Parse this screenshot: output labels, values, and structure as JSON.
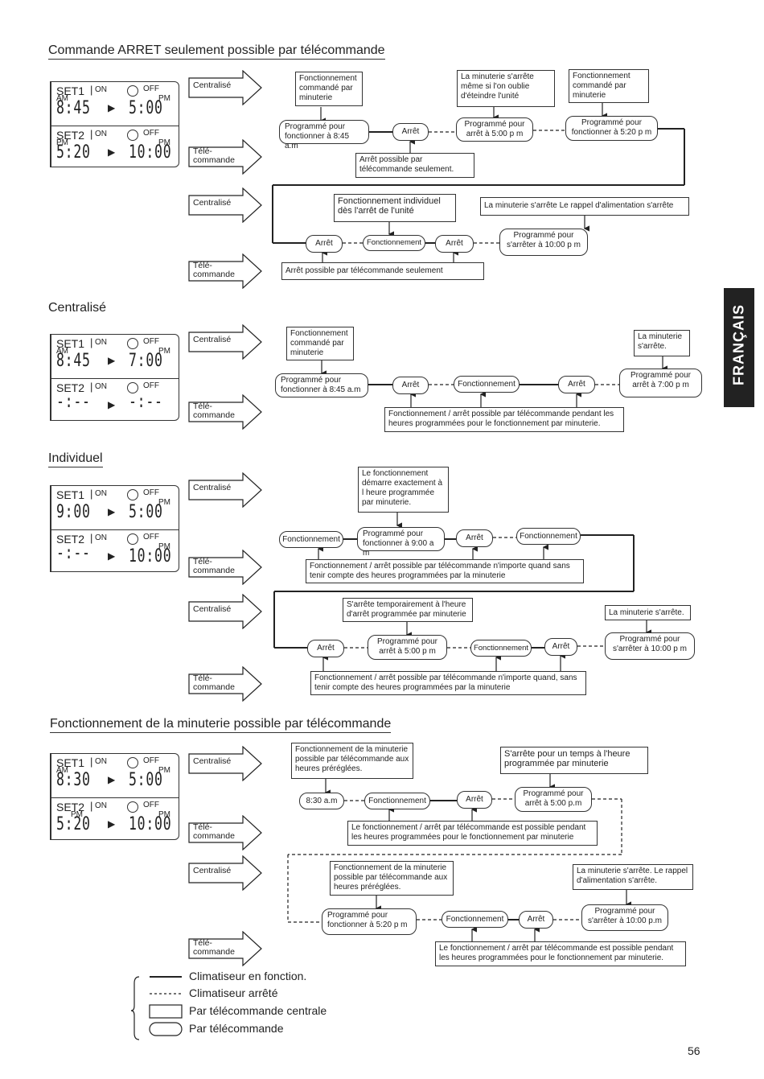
{
  "page": {
    "number": "56",
    "side_tab": "FRANÇAIS"
  },
  "sections": [
    {
      "title": "Commande ARRET seulement possible par télécommande",
      "lcd": {
        "row1": {
          "set": "SET1",
          "on": "ON",
          "off": "OFF",
          "mode1": "AM",
          "mode2": "PM",
          "time_on": "8:45",
          "time_off": "5:00"
        },
        "row2": {
          "set": "SET2",
          "on": "ON",
          "off": "OFF",
          "mode1": "PM",
          "mode2": "PM",
          "time_on": "5:20",
          "time_off": "10:00"
        }
      },
      "rows": [
        {
          "arrow1": "Centralisé",
          "arrow2": "Télé-commande",
          "boxes": [
            "Fonctionnement commandé par minuterie",
            "La minuterie s'arrête même si l'on oublie d'éteindre l'unité",
            "Fonctionnement commandé par minuterie",
            "Arrêt possible par télécommande seulement."
          ],
          "pills": [
            "Programmé pour fonctionner à 8:45 a.m",
            "Arrêt",
            "Programmé pour arrêt à 5:00 p m",
            "Programmé pour fonctionner à 5:20 p m"
          ]
        },
        {
          "arrow1": "Centralisé",
          "arrow2": "Télé-commande",
          "boxes": [
            "Fonctionnement individuel dès l'arrêt de l'unité",
            "La minuterie s'arrête  Le rappel d'alimentation s'arrête",
            "Arrêt possible par télécommande seulement"
          ],
          "pills": [
            "Arrêt",
            "Fonctionnement",
            "Arrêt",
            "Programmé pour s'arrêter à 10:00 p m"
          ]
        }
      ]
    },
    {
      "title": "Centralisé",
      "lcd": {
        "row1": {
          "set": "SET1",
          "on": "ON",
          "off": "OFF",
          "mode1": "AM",
          "mode2": "PM",
          "time_on": "8:45",
          "time_off": "7:00"
        },
        "row2": {
          "set": "SET2",
          "on": "ON",
          "off": "OFF",
          "mode1": "",
          "mode2": "",
          "time_on": "-:--",
          "time_off": "-:--"
        }
      },
      "rows": [
        {
          "arrow1": "Centralisé",
          "arrow2": "Télé-commande",
          "boxes": [
            "Fonctionnement commandé par minuterie",
            "La minuterie s'arrête.",
            "Fonctionnement / arrêt possible par télécommande pendant les heures programmées pour le fonctionnement par minuterie."
          ],
          "pills": [
            "Programmé pour fonctionner à 8:45 a.m",
            "Arrêt",
            "Fonctionnement",
            "Arrêt",
            "Programmé pour arrêt à 7:00 p m"
          ]
        }
      ]
    },
    {
      "title": "Individuel",
      "lcd": {
        "row1": {
          "set": "SET1",
          "on": "ON",
          "off": "OFF",
          "mode1": "",
          "mode2": "PM",
          "time_on": "9:00",
          "time_off": "5:00"
        },
        "row2": {
          "set": "SET2",
          "on": "ON",
          "off": "OFF",
          "mode1": "",
          "mode2": "PM",
          "time_on": "-:--",
          "time_off": "10:00"
        }
      },
      "rows": [
        {
          "arrow1": "Centralisé",
          "arrow2": "Télé-commande",
          "boxes": [
            "Le fonctionnement démarre exactement à l heure programmée par minuterie.",
            "Fonctionnement / arrêt possible par télécommande n'importe quand  sans tenir compte des heures programmées par la minuterie"
          ],
          "pills": [
            "Fonctionnement",
            "Programmé pour fonctionner à 9:00 a m",
            "Arrêt",
            "Fonctionnement"
          ]
        },
        {
          "arrow1": "Centralisé",
          "arrow2": "Télé-commande",
          "boxes": [
            "S'arrête temporairement à l'heure d'arrêt programmée par minuterie",
            "La minuterie s'arrête.",
            "Fonctionnement / arrêt possible par télécommande n'importe quand, sans tenir compte des heures programmées par la minuterie"
          ],
          "pills": [
            "Arrêt",
            "Programmé pour arrêt à 5:00 p m",
            "Fonctionnement",
            "Arrêt",
            "Programmé pour s'arrêter à 10:00 p m"
          ]
        }
      ]
    },
    {
      "title": "Fonctionnement de la minuterie possible par télécommande",
      "lcd": {
        "row1": {
          "set": "SET1",
          "on": "ON",
          "off": "OFF",
          "mode1": "AM",
          "mode2": "PM",
          "time_on": "8:30",
          "time_off": "5:00"
        },
        "row2": {
          "set": "SET2",
          "on": "ON",
          "off": "OFF",
          "mode1": "PM",
          "mode2": "PM",
          "time_on": "5:20",
          "time_off": "10:00"
        }
      },
      "rows": [
        {
          "arrow1": "Centralisé",
          "arrow2": "",
          "boxes": [
            "Fonctionnement de la minuterie possible par télécommande aux heures préréglées.",
            "S'arrête pour un temps à l'heure programmée par minuterie",
            "Le fonctionnement / arrêt par télécommande est possible pendant les heures programmées pour le fonctionnement par minuterie"
          ],
          "pills": [
            "8:30 a.m",
            "Fonctionnement",
            "Arrêt",
            "Programmé pour arrêt à 5:00 p.m"
          ]
        },
        {
          "arrow1": "Centralisé",
          "arrow2": "Télé-commande",
          "boxes": [
            "Fonctionnement de la minuterie possible par télécommande aux heures préréglées.",
            "La minuterie s'arrête. Le rappel d'alimentation s'arrête.",
            "Le fonctionnement / arrêt par télécommande est possible pendant les heures programmées pour le fonctionnement par minuterie."
          ],
          "pills": [
            "Programmé pour fonctionner à 5:20 p m",
            "Fonctionnement",
            "Arrêt",
            "Programmé pour s'arrêter à 10:00 p.m"
          ]
        }
      ]
    }
  ],
  "legend": [
    {
      "label": "Climatiseur en fonction.",
      "symbol": "solid-line"
    },
    {
      "label": "Climatiseur arrêté",
      "symbol": "dashed-line"
    },
    {
      "label": "Par télécommande centrale",
      "symbol": "rectangle"
    },
    {
      "label": "Par télécommande",
      "symbol": "rounded-rectangle"
    }
  ]
}
